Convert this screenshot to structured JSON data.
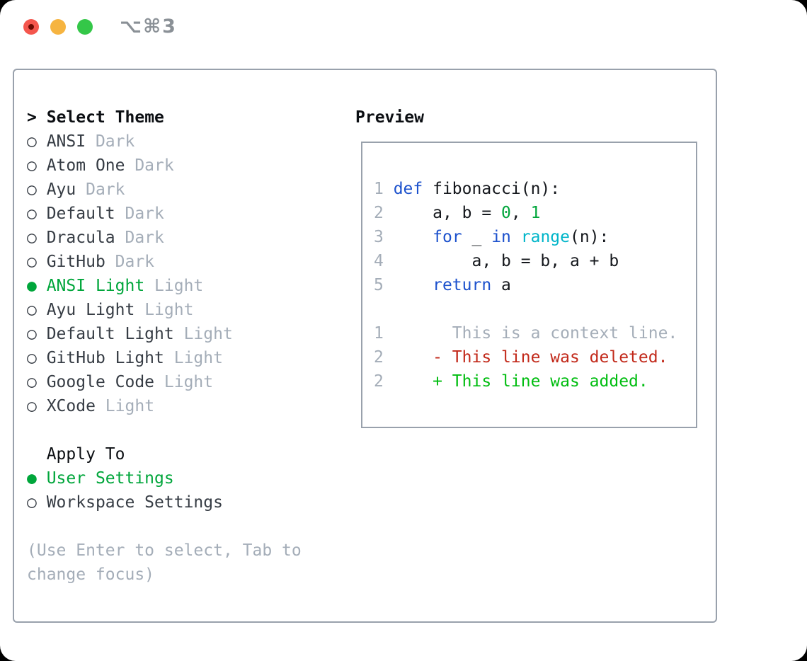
{
  "window": {
    "shortcut_label": "⌥⌘3"
  },
  "theme_list": {
    "prompt": ">",
    "header": "Select Theme",
    "items": [
      {
        "label": "ANSI",
        "variant": "Dark",
        "selected": false
      },
      {
        "label": "Atom One",
        "variant": "Dark",
        "selected": false
      },
      {
        "label": "Ayu",
        "variant": "Dark",
        "selected": false
      },
      {
        "label": "Default",
        "variant": "Dark",
        "selected": false
      },
      {
        "label": "Dracula",
        "variant": "Dark",
        "selected": false
      },
      {
        "label": "GitHub",
        "variant": "Dark",
        "selected": false
      },
      {
        "label": "ANSI Light",
        "variant": "Light",
        "selected": true
      },
      {
        "label": "Ayu Light",
        "variant": "Light",
        "selected": false
      },
      {
        "label": "Default Light",
        "variant": "Light",
        "selected": false
      },
      {
        "label": "GitHub Light",
        "variant": "Light",
        "selected": false
      },
      {
        "label": "Google Code",
        "variant": "Light",
        "selected": false
      },
      {
        "label": "XCode",
        "variant": "Light",
        "selected": false
      }
    ]
  },
  "apply_to": {
    "header": "Apply To",
    "items": [
      {
        "label": "User Settings",
        "selected": true
      },
      {
        "label": "Workspace Settings",
        "selected": false
      }
    ]
  },
  "help_text": "(Use Enter to select, Tab to change focus)",
  "preview": {
    "header": "Preview",
    "code_lines": [
      {
        "num": "1",
        "segments": [
          {
            "text": "def",
            "color": "keyword"
          },
          {
            "text": " fibonacci(n):",
            "color": "plain"
          }
        ]
      },
      {
        "num": "2",
        "segments": [
          {
            "text": "    a, b = ",
            "color": "plain"
          },
          {
            "text": "0",
            "color": "number"
          },
          {
            "text": ", ",
            "color": "plain"
          },
          {
            "text": "1",
            "color": "number"
          }
        ]
      },
      {
        "num": "3",
        "segments": [
          {
            "text": "    ",
            "color": "plain"
          },
          {
            "text": "for",
            "color": "keyword"
          },
          {
            "text": " _ ",
            "color": "plain"
          },
          {
            "text": "in",
            "color": "keyword"
          },
          {
            "text": " ",
            "color": "plain"
          },
          {
            "text": "range",
            "color": "builtin"
          },
          {
            "text": "(n):",
            "color": "plain"
          }
        ]
      },
      {
        "num": "4",
        "segments": [
          {
            "text": "        a, b = b, a + b",
            "color": "plain"
          }
        ]
      },
      {
        "num": "5",
        "segments": [
          {
            "text": "    ",
            "color": "plain"
          },
          {
            "text": "return",
            "color": "keyword"
          },
          {
            "text": " a",
            "color": "plain"
          }
        ]
      }
    ],
    "diff_lines": [
      {
        "num": "1",
        "segments": [
          {
            "text": "      This is a context line.",
            "color": "muted"
          }
        ]
      },
      {
        "num": "2",
        "segments": [
          {
            "text": "    - This line was deleted.",
            "color": "deleted"
          }
        ]
      },
      {
        "num": "2",
        "segments": [
          {
            "text": "    + This line was added.",
            "color": "added"
          }
        ]
      }
    ]
  },
  "icons": {
    "radio_unselected": "○",
    "radio_selected": "●"
  },
  "colors": {
    "plain": "#15181d",
    "keyword": "#1d52cd",
    "builtin": "#00b5c9",
    "number": "#00a63b",
    "muted": "#a4adb8",
    "deleted": "#c2291a",
    "added": "#00bd10",
    "selected_green": "#00a63b",
    "item_text": "#363c44",
    "traffic_red": "#f4564d",
    "traffic_yellow": "#f6b440",
    "traffic_green": "#34c748"
  }
}
